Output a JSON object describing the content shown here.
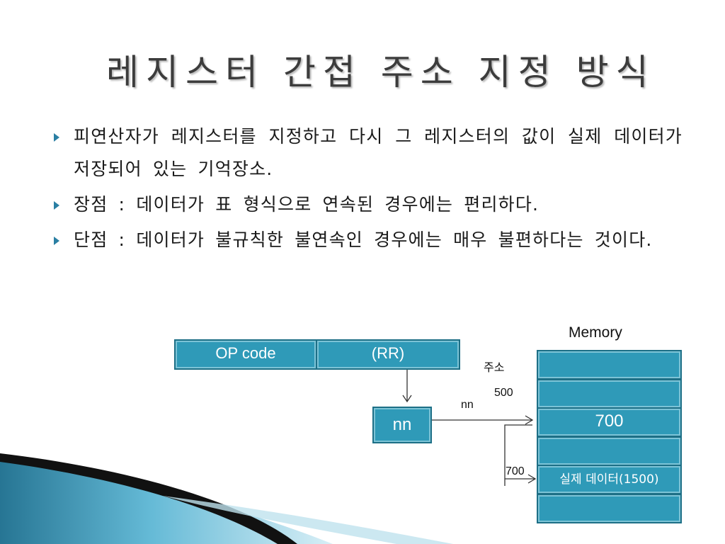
{
  "title": "레지스터 간접 주소 지정 방식",
  "bullets": [
    "피연산자가 레지스터를 지정하고 다시 그 레지스터의 값이 실제 데이터가 저장되어 있는 기억장소.",
    "장점 : 데이터가 표 형식으로 연속된 경우에는 편리하다.",
    "단점 : 데이터가 불규칙한 불연속인 경우에는 매우 불편하다는 것이다."
  ],
  "diagram": {
    "instruction": {
      "opcode": "OP code",
      "operand": "(RR)"
    },
    "register_value": "nn",
    "memory_label": "Memory",
    "address_label": "주소",
    "addr_500": "500",
    "pointer_label": "nn",
    "addr_700": "700",
    "memory_cells": [
      "",
      "",
      "700",
      "",
      "실제 데이터(1500)",
      ""
    ]
  },
  "colors": {
    "cell_fill": "#2f9ab8",
    "cell_border": "#1d6f86",
    "bullet_arrow": "#2a7fa3"
  }
}
